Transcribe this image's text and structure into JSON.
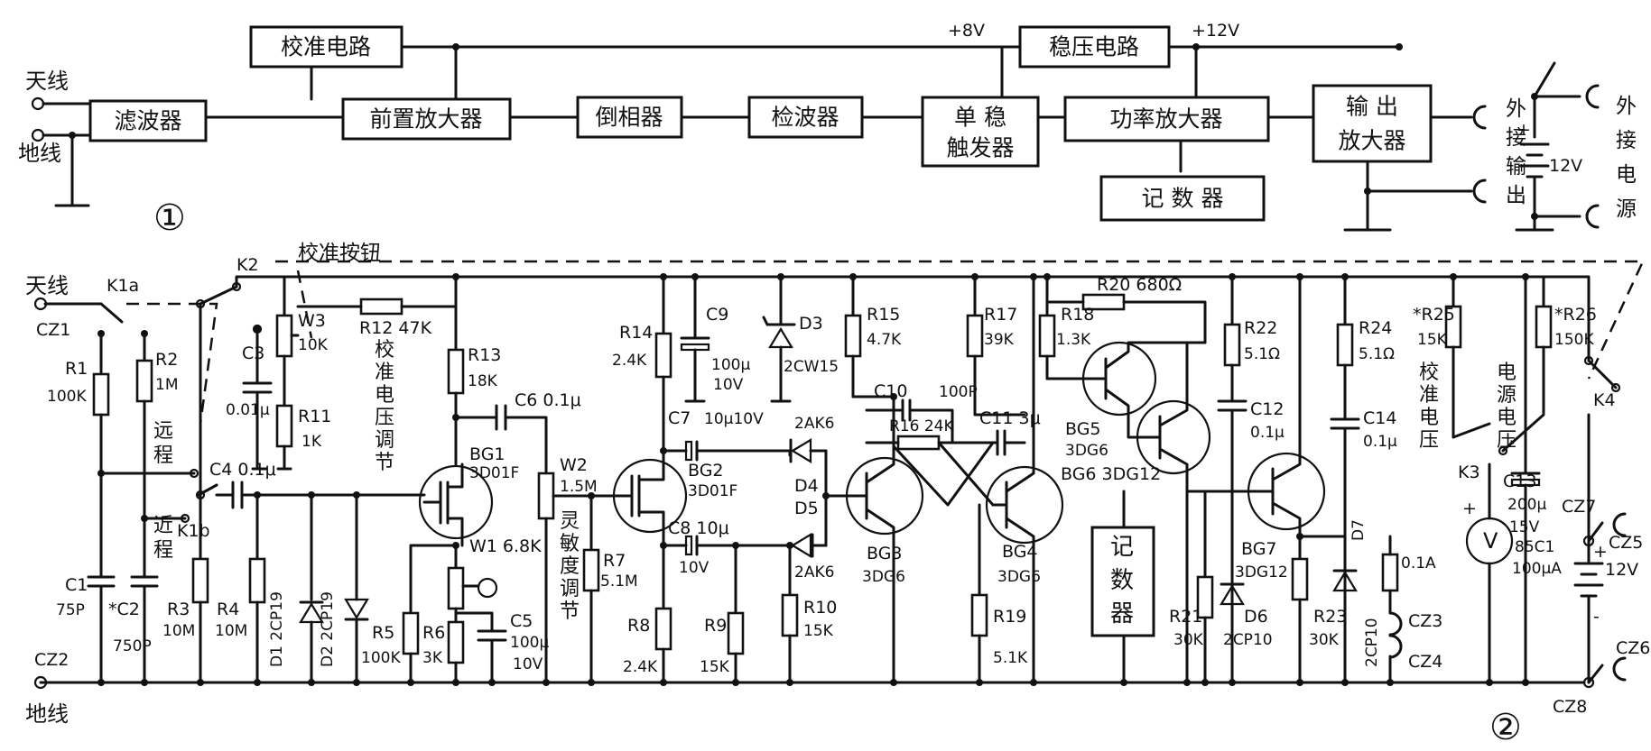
{
  "fig1": {
    "number": "①",
    "antenna": "天线",
    "ground": "地线",
    "blocks": {
      "filter": "滤波器",
      "calibration": "校准电路",
      "preamp": "前置放大器",
      "inverter": "倒相器",
      "detector": "检波器",
      "monostable_1": "单  稳",
      "monostable_2": "触发器",
      "regulator": "稳压电路",
      "power_amp": "功率放大器",
      "counter": "记 数 器",
      "output_amp_1": "输 出",
      "output_amp_2": "放大器"
    },
    "v8": "+8V",
    "v12": "+12V",
    "ext_output": [
      "外",
      "接",
      "输",
      "出"
    ],
    "ext_power": [
      "外",
      "接",
      "电",
      "源"
    ],
    "battery": "12V",
    "plus": "+",
    "minus": "-"
  },
  "fig2": {
    "number": "②",
    "antenna": "天线",
    "ground": "地线",
    "calib_button": "校准按钮",
    "labels": {
      "k1a": "K1a",
      "k1b": "K1b",
      "k2": "K2",
      "k3": "K3",
      "k4": "K4",
      "cz1": "CZ1",
      "cz2": "CZ2",
      "cz3": "CZ3",
      "cz4": "CZ4",
      "cz5": "CZ5",
      "cz6": "CZ6",
      "cz7": "CZ7",
      "cz8": "CZ8",
      "far": [
        "远",
        "程"
      ],
      "near": [
        "近",
        "程"
      ],
      "r1": "R1",
      "r1v": "100K",
      "r2": "R2",
      "r2v": "1M",
      "c1": "C1",
      "c1v": "75P",
      "c2": "*C2",
      "c2v": "750P",
      "r3": "R3",
      "r3v": "10M",
      "r4": "R4",
      "r4v": "10M",
      "c3": "C3",
      "c3v": "0.01μ",
      "c4": "C4 0.1μ",
      "w3": "W3",
      "w3v": "10K",
      "r11": "R11",
      "r11v": "1K",
      "r12": "R12 47K",
      "calib_adj": [
        "校",
        "准",
        "电",
        "压",
        "调",
        "节"
      ],
      "d1": "D1 2CP19",
      "d2": "D2 2CP19",
      "r5": "R5",
      "r5v": "100K",
      "r6": "R6",
      "r6v": "3K",
      "r13": "R13",
      "r13v": "18K",
      "bg1": "BG1",
      "bg1v": "3D01F",
      "c6": "C6 0.1μ",
      "w1": "W1 6.8K",
      "c5": "C5",
      "c5v1": "100μ",
      "c5v2": "10V",
      "w2": "W2",
      "w2v": "1.5M",
      "sens_adj": [
        "灵",
        "敏",
        "度",
        "调",
        "节"
      ],
      "r7": "R7",
      "r7v": "5.1M",
      "r14": "R14",
      "r14v": "2.4K",
      "c9": "C9",
      "c9v1": "100μ",
      "c9v2": "10V",
      "d3": "D3",
      "d3v": "2CW15",
      "c7": "C7",
      "c7v": "10μ10V",
      "bg2": "BG2",
      "bg2v": "3D01F",
      "c8": "C8 10μ",
      "c8v": "10V",
      "r8": "R8",
      "r8v": "2.4K",
      "r9": "R9",
      "r9v": "15K",
      "d4": "D4",
      "d5": "D5",
      "ak1": "2AK6",
      "ak2": "2AK6",
      "r10": "R10",
      "r10v": "15K",
      "r15": "R15",
      "r15v": "4.7K",
      "c10": "C10",
      "c10v": "100P",
      "r16": "R16 24K",
      "bg3": "BG3",
      "bg3v": "3DG6",
      "r17": "R17",
      "r17v": "39K",
      "c11": "C11 3μ",
      "bg4": "BG4",
      "bg4v": "3DG6",
      "r19": "R19",
      "r19v": "5.1K",
      "r18": "R18",
      "r18v": "1.3K",
      "r20": "R20 680Ω",
      "bg5": "BG5",
      "bg5v": "3DG6",
      "bg6": "BG6 3DG12",
      "counter": [
        "记",
        "数",
        "器"
      ],
      "r21": "R21",
      "r21v": "30K",
      "r22": "R22",
      "r22v": "5.1Ω",
      "c12": "C12",
      "c12v": "0.1μ",
      "d6": "D6",
      "d6v": "2CP10",
      "bg7": "BG7",
      "bg7v": "3DG12",
      "r23": "R23",
      "r23v": "30K",
      "r24": "R24",
      "r24v": "5.1Ω",
      "c14": "C14",
      "c14v": "0.1μ",
      "d7": "D7",
      "d7v": "2CP10",
      "fuse": "0.1A",
      "r25": "*R25",
      "r25v": "15K",
      "calib_v": [
        "校",
        "准",
        "电",
        "压"
      ],
      "r26": "*R26",
      "r26v": "150K",
      "supply_v": [
        "电",
        "源",
        "电",
        "压"
      ],
      "c13": "C13",
      "c13v1": "200μ",
      "c13v2": "15V",
      "meter": "V",
      "meter_type": "85C1",
      "meter_range": "100μA",
      "battery": "12V",
      "plus": "+",
      "minus": "-"
    }
  }
}
